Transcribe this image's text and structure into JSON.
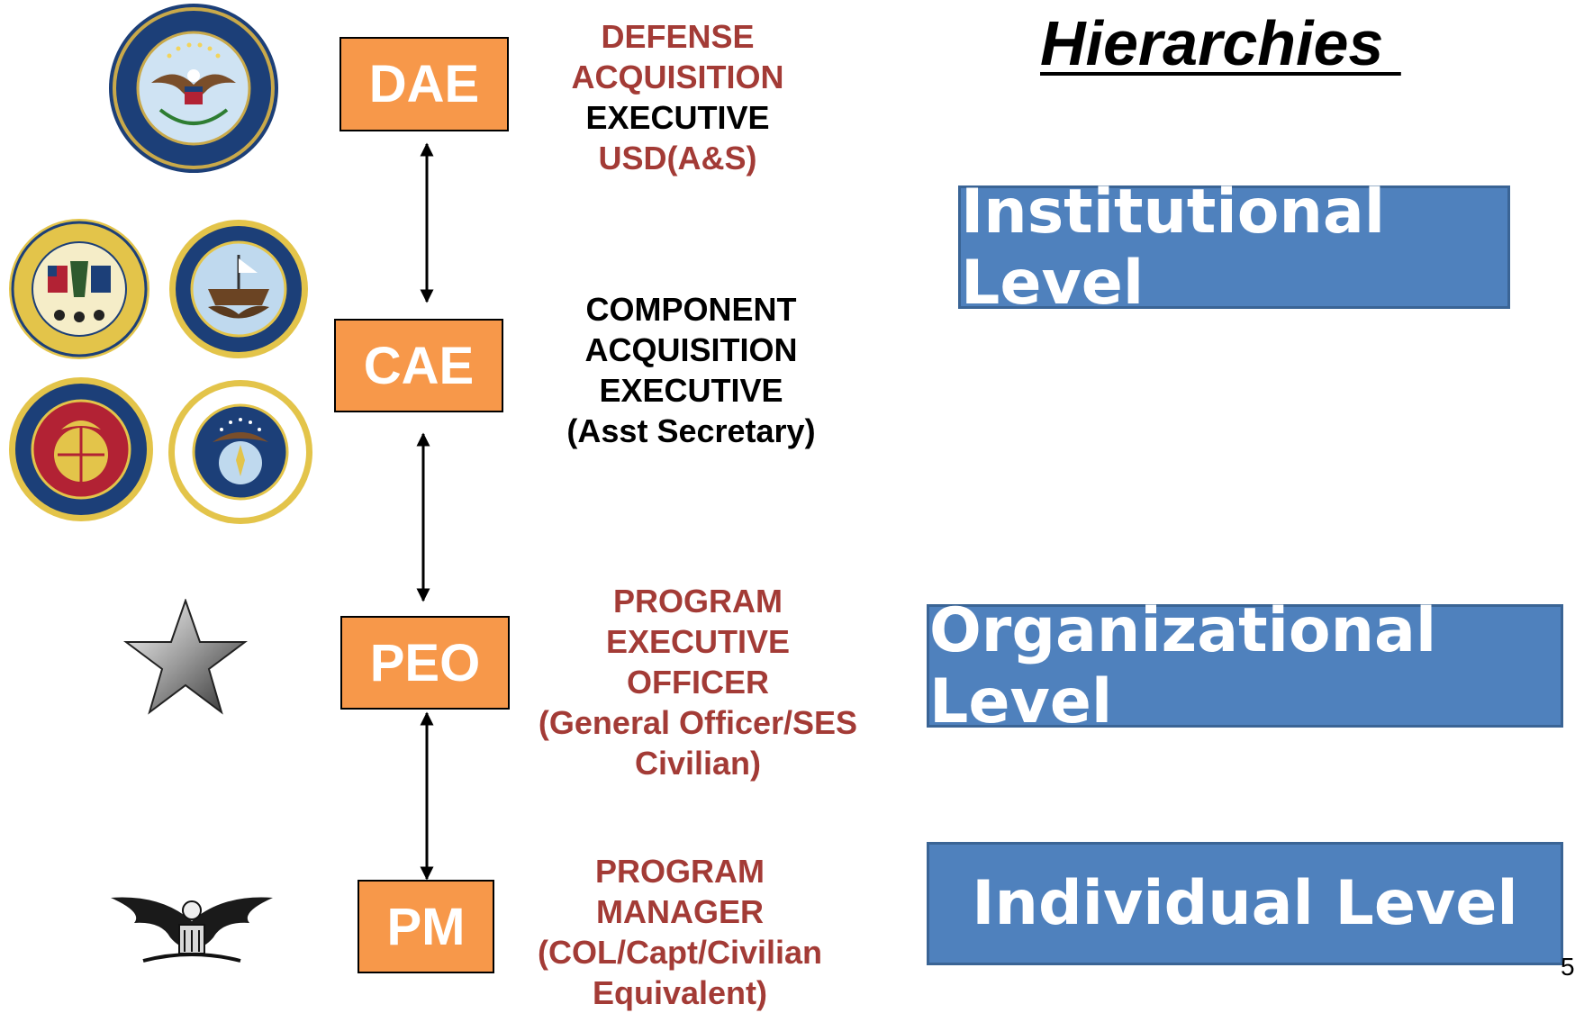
{
  "title": "Hierarchies ",
  "page_number": "5",
  "boxes": {
    "dae": "DAE",
    "cae": "CAE",
    "peo": "PEO",
    "pm": "PM"
  },
  "descriptions": {
    "dae": [
      "DEFENSE",
      "ACQUISITION",
      "EXECUTIVE",
      "USD(A&S)"
    ],
    "cae": [
      "COMPONENT",
      "ACQUISITION",
      "EXECUTIVE",
      "(Asst Secretary)"
    ],
    "peo": [
      "PROGRAM",
      "EXECUTIVE",
      "OFFICER",
      "(General Officer/SES",
      "Civilian)"
    ],
    "pm": [
      "PROGRAM",
      "MANAGER",
      "(COL/Capt/Civilian",
      "Equivalent)"
    ]
  },
  "levels": {
    "institutional": "Institutional Level",
    "organizational": "Organizational Level",
    "individual": "Individual Level"
  },
  "emblems": [
    "dod-seal",
    "army-seal",
    "navy-seal",
    "marine-corps-seal",
    "air-force-seal",
    "general-star",
    "colonel-eagle"
  ],
  "colors": {
    "box_fill": "#F7984A",
    "level_fill": "#4F81BD",
    "desc_red": "#A33B36"
  }
}
